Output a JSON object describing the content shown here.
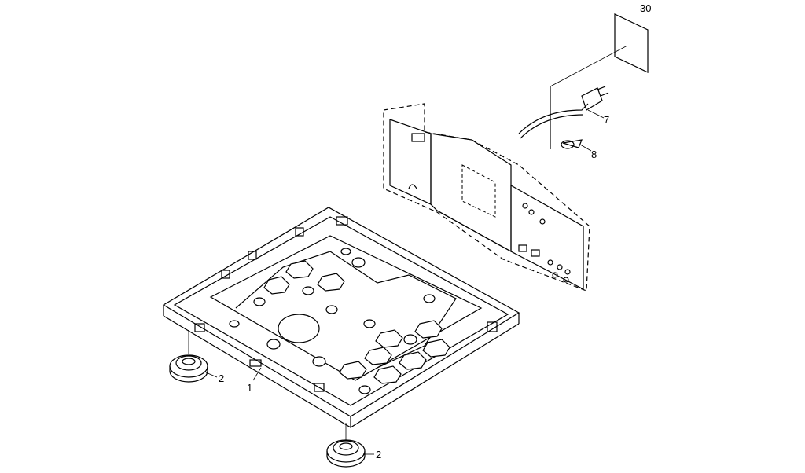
{
  "diagram": {
    "callouts": [
      {
        "id": "part-30",
        "label": "30"
      },
      {
        "id": "part-7",
        "label": "7"
      },
      {
        "id": "part-8",
        "label": "8"
      },
      {
        "id": "part-2a",
        "label": "2"
      },
      {
        "id": "part-2b",
        "label": "2"
      },
      {
        "id": "part-1",
        "label": "1"
      }
    ]
  }
}
